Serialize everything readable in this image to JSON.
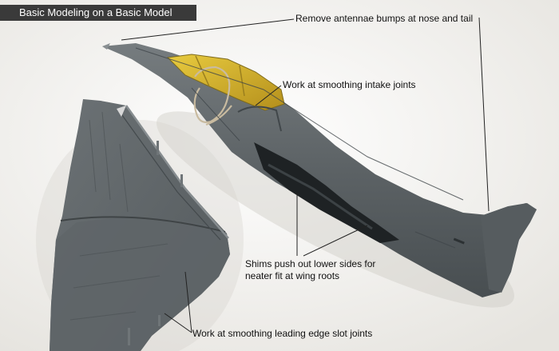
{
  "title": "Basic Modeling on a Basic Model",
  "annotations": {
    "nose_tail": "Remove antennae bumps at nose and tail",
    "intake": "Work at smoothing intake joints",
    "shims_line1": "Shims push out lower sides for",
    "shims_line2": "neater fit at wing roots",
    "leading_edge": "Work at smoothing leading edge slot joints"
  },
  "colors": {
    "background": "#f4f3f0",
    "model_gray": "#5e6466",
    "canopy_yellow": "#d8b62a",
    "title_bar": "#3a3a3a",
    "leader_line": "#222222"
  }
}
